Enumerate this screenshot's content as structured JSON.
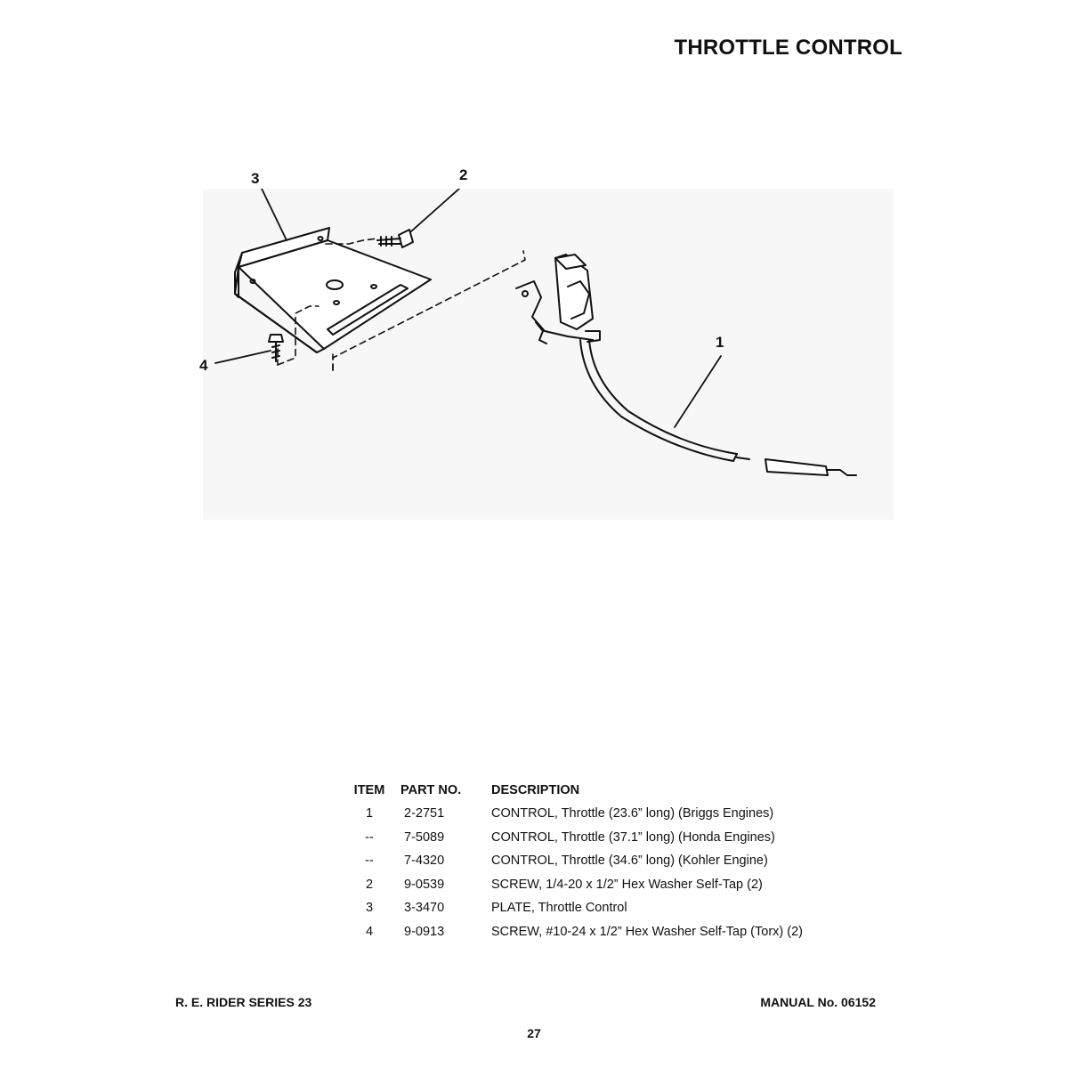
{
  "header": {
    "title": "THROTTLE CONTROL"
  },
  "diagram": {
    "callouts": [
      "3",
      "2",
      "1",
      "4"
    ]
  },
  "parts_table": {
    "headers": {
      "item": "ITEM",
      "part_no": "PART NO.",
      "description": "DESCRIPTION"
    },
    "rows": [
      {
        "item": "1",
        "part_no": "2-2751",
        "description": "CONTROL, Throttle (23.6” long) (Briggs Engines)"
      },
      {
        "item": "--",
        "part_no": "7-5089",
        "description": "CONTROL, Throttle (37.1” long) (Honda Engines)"
      },
      {
        "item": "--",
        "part_no": "7-4320",
        "description": "CONTROL, Throttle (34.6” long) (Kohler Engine)"
      },
      {
        "item": "2",
        "part_no": "9-0539",
        "description": "SCREW, 1/4-20 x 1/2” Hex Washer Self-Tap (2)"
      },
      {
        "item": "3",
        "part_no": "3-3470",
        "description": "PLATE, Throttle Control"
      },
      {
        "item": "4",
        "part_no": "9-0913",
        "description": "SCREW, #10-24 x 1/2” Hex Washer Self-Tap (Torx) (2)"
      }
    ]
  },
  "footer": {
    "left": "R. E. RIDER SERIES 23",
    "right": "MANUAL No. 06152",
    "page_number": "27"
  }
}
